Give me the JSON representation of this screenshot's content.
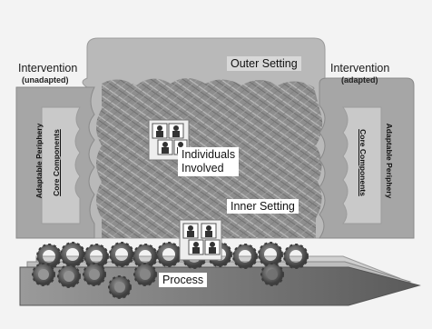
{
  "diagram": {
    "outer_setting": "Outer Setting",
    "inner_setting": "Inner Setting",
    "individuals_involved_line1": "Individuals",
    "individuals_involved_line2": "Involved",
    "process": "Process",
    "intervention_left": {
      "title": "Intervention",
      "subtitle": "(unadapted)",
      "periphery": "Adaptable Periphery",
      "core": "Core Components"
    },
    "intervention_right": {
      "title": "Intervention",
      "subtitle": "(adapted)",
      "periphery": "Adaptable Periphery",
      "core": "Core Components"
    },
    "colors": {
      "background": "#f3f3f3",
      "outer_shape": "#b9b9b9",
      "inner_texture": "#8f8f8f",
      "intervention": "#a8a8a8",
      "core": "#c8c8c8",
      "process_arrow": "#6c6c6c",
      "gears": "#4a4a4a"
    }
  }
}
